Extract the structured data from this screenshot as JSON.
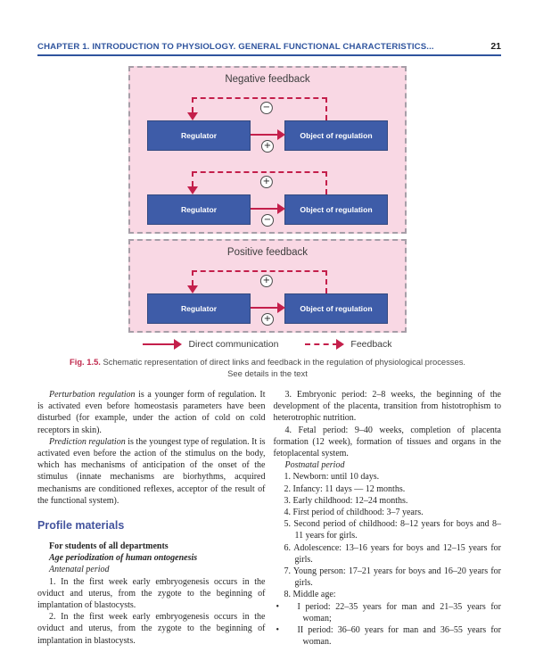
{
  "header": {
    "title": "CHAPTER 1.  INTRODUCTION TO PHYSIOLOGY. GENERAL FUNCTIONAL CHARACTERISTICS...",
    "page_number": "21"
  },
  "figure": {
    "negative_title": "Negative feedback",
    "positive_title": "Positive feedback",
    "box_left": "Regulator",
    "box_right": "Object of regulation",
    "diagram1": {
      "feedback_sign": "−",
      "direct_sign": "+"
    },
    "diagram2": {
      "feedback_sign": "+",
      "direct_sign": "−"
    },
    "diagram3": {
      "feedback_sign": "+",
      "direct_sign": "+"
    },
    "legend_direct": "Direct communication",
    "legend_feedback": "Feedback",
    "caption_label": "Fig. 1.5.",
    "caption_text": "Schematic representation of direct links and feedback in the regulation of physiological processes.",
    "caption_line2": "See details in the text",
    "colors": {
      "box_blue": "#3e5ca8",
      "panel_pink": "#f9d8e4",
      "arrow_crimson": "#c41f4b"
    }
  },
  "left_col": {
    "p1_lead": "Perturbation regulation",
    "p1_rest": " is a younger form of regulation. It is activated even before homeostasis parameters have been disturbed (for example, under the action of cold on cold receptors in skin).",
    "p2_lead": "Prediction regulation",
    "p2_rest": " is the youngest type of regulation. It is activated even before the action of the stimulus on the body, which has mechanisms of anticipation of the onset of the stimulus (innate mechanisms are biorhythms, acquired mechanisms are conditioned reflexes, acceptor of the result of the functional system).",
    "heading": "Profile materials",
    "sub1": "For students of all departments",
    "sub2": "Age periodization of human ontogenesis",
    "sub3": "Antenatal period",
    "p3": "1. In the first week early embryogenesis occurs in the oviduct and uterus, from the zygote to the beginning of implantation of blastocysts.",
    "p4": "2. In the first week early embryogenesis occurs in the oviduct and uterus, from the zygote to the beginning of implantation in blastocysts."
  },
  "right_col": {
    "p1": "3. Embryonic period: 2–8 weeks, the beginning of the development of the placenta, transition from histotrophism to heterotrophic nutrition.",
    "p2": "4. Fetal period: 9–40 weeks, completion of placenta formation (12 week), formation of tissues and organs in the fetoplacental system.",
    "sub": "Postnatal period",
    "items": [
      "1. Newborn: until 10 days.",
      "2. Infancy: 11 days — 12 months.",
      "3. Early childhood: 12–24 months.",
      "4. First period of childhood: 3–7 years.",
      "5. Second period of childhood: 8–12 years for boys and 8–11 years for girls.",
      "6. Adolescence: 13–16 years for boys and 12–15 years for girls.",
      "7. Young person: 17–21 years for boys and 16–20 years for girls.",
      "8. Middle age:"
    ],
    "bullets": [
      "I  period: 22–35 years for man and 21–35 years for woman;",
      "II period: 36–60 years for man and 36–55 years for woman."
    ]
  }
}
